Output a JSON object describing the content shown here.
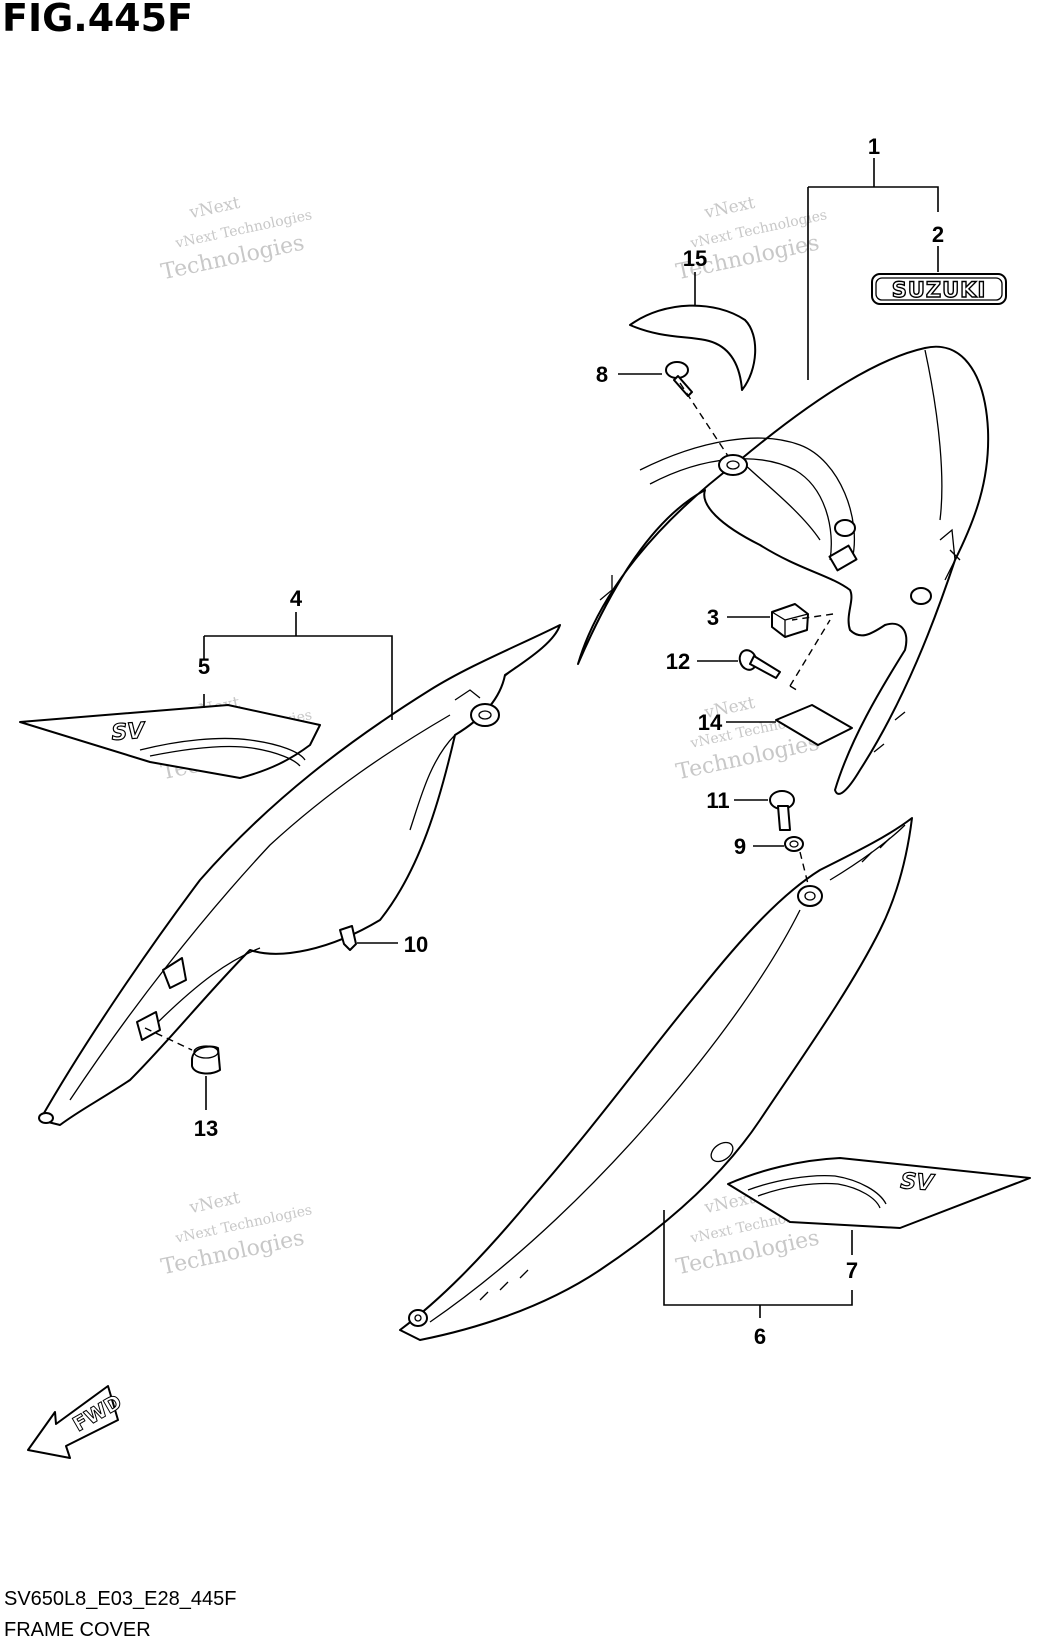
{
  "figure": {
    "title": "FIG.445F",
    "code": "SV650L8_E03_E28_445F",
    "name": "FRAME COVER"
  },
  "watermark": {
    "line1": "vNext",
    "line2": "vNext Technologies",
    "line3": "Technologies"
  },
  "callouts": [
    "1",
    "2",
    "3",
    "4",
    "5",
    "6",
    "7",
    "8",
    "9",
    "10",
    "11",
    "12",
    "13",
    "14",
    "15"
  ],
  "decals": {
    "suzuki": "SUZUKI",
    "sv": "SV",
    "fwd": "FWD"
  },
  "colors": {
    "ink": "#000000",
    "watermark": "#c8c8c8",
    "background": "#ffffff"
  }
}
